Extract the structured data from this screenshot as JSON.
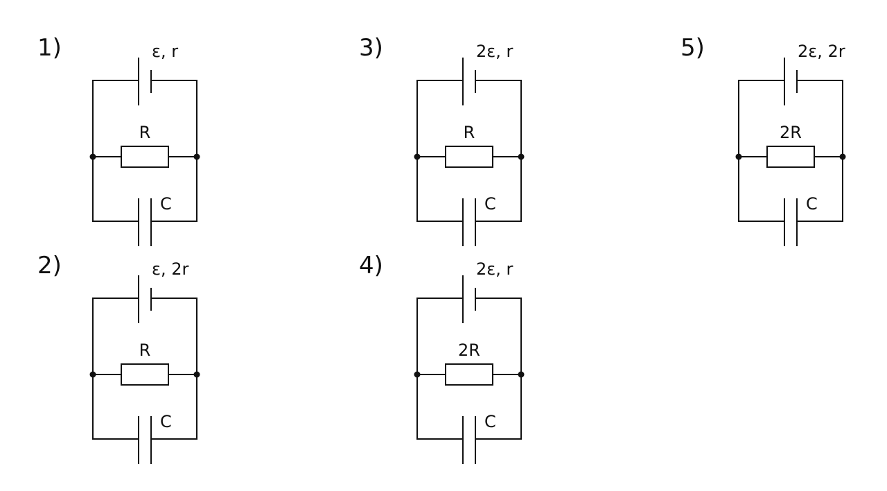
{
  "circuits": [
    {
      "number": "1)",
      "source": "ε, r",
      "resistor": "R",
      "capacitor": "C"
    },
    {
      "number": "2)",
      "source": "ε, 2r",
      "resistor": "R",
      "capacitor": "C"
    },
    {
      "number": "3)",
      "source": "2ε, r",
      "resistor": "R",
      "capacitor": "C"
    },
    {
      "number": "4)",
      "source": "2ε, r",
      "resistor": "2R",
      "capacitor": "C"
    },
    {
      "number": "5)",
      "source": "2ε, 2r",
      "resistor": "2R",
      "capacitor": "C"
    }
  ]
}
